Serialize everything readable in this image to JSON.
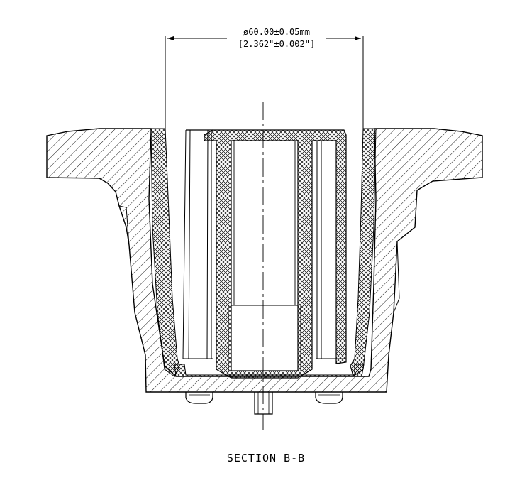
{
  "dimension": {
    "metric": "ø60.00±0.05mm",
    "imperial": "[2.362\"±0.002\"]"
  },
  "section_label": "SECTION B-B",
  "colors": {
    "line": "#000000",
    "background": "#ffffff"
  }
}
